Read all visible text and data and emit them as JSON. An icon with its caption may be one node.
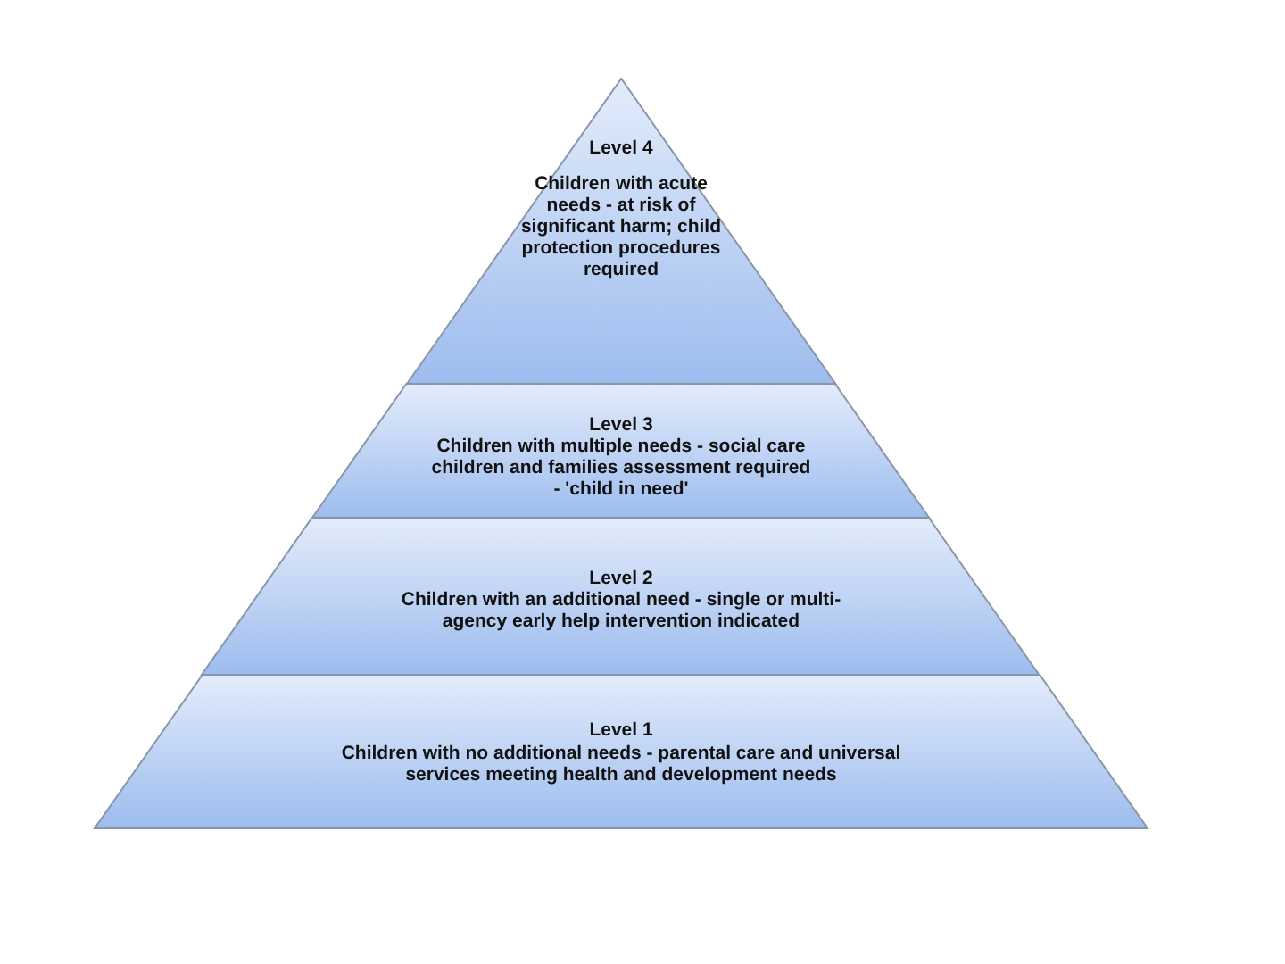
{
  "diagram": {
    "nodes": [
      {
        "text": [
          "Level 4",
          "Children with acute needs - at risk of significant harm; child protection procedures required"
        ]
      },
      {
        "text": [
          "Level 3",
          "Children with multiple needs - social care children and families assessment required - 'child in need'"
        ]
      },
      {
        "text": [
          "Level 2",
          "Children with an additional need - single or multi-agency early help intervention indicated"
        ]
      },
      {
        "text": [
          "Level 1",
          "Children with no additional needs - parental care and universal services meeting health and development needs"
        ]
      }
    ]
  }
}
